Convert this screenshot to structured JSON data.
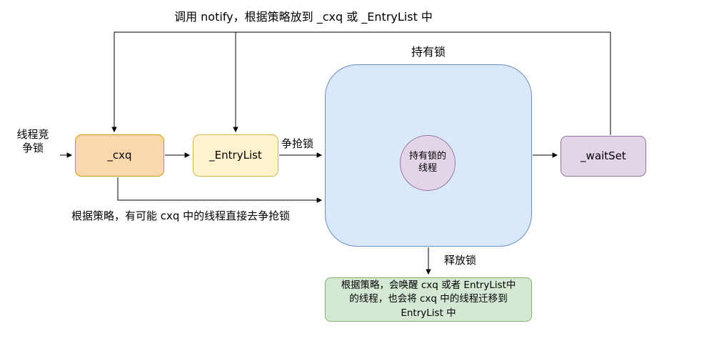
{
  "diagram": {
    "notify_label": "调用 notify，根据策略放到 _cxq 或 _EntryList 中",
    "left_label": "线程竞\n争锁",
    "cxq_label": "_cxq",
    "entrylist_label": "_EntryList",
    "contend_label": "争抢锁",
    "holder_title": "持有锁",
    "holder_thread_label": "持有锁的\n线程",
    "waitset_label": "_waitSet",
    "strategy_label": "根据策略，有可能 cxq 中的线程直接去争抢锁",
    "release_label": "释放锁",
    "release_note": "根据策略，会唤醒 cxq 或者 EntryList中\n的线程，也会将 cxq 中的线程迁移到\nEntryList 中"
  },
  "colors": {
    "cxq_fill": "#FAD7AC",
    "cxq_stroke": "#D79B00",
    "entrylist_fill": "#FFF2CC",
    "entrylist_stroke": "#D6B656",
    "holder_fill": "#DAE8FC",
    "holder_stroke": "#6C8EBF",
    "thread_fill": "#E1D5E7",
    "thread_stroke": "#9673A6",
    "waitset_fill": "#E1D5E7",
    "waitset_stroke": "#9673A6",
    "note_fill": "#D5E8D4",
    "note_stroke": "#82B366",
    "arrow": "#000000"
  }
}
